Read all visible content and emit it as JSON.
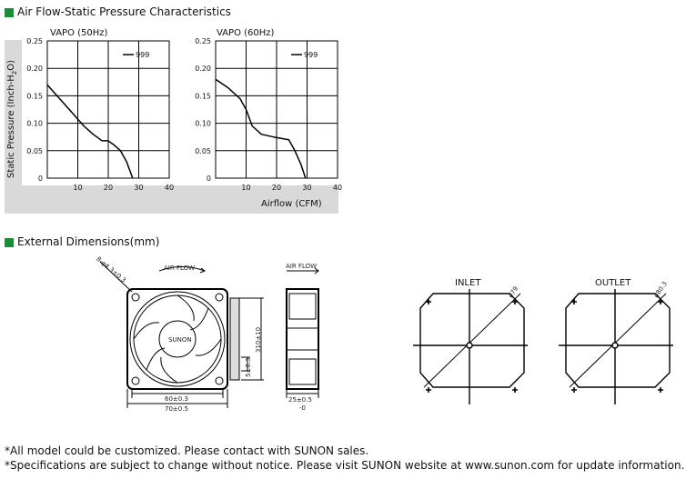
{
  "sections": {
    "airflow_title": "Air Flow-Static Pressure Characteristics",
    "dims_title": "External Dimensions(mm)"
  },
  "colors": {
    "section_marker": "#1a8c3a",
    "panel_bg": "#d9d9d9",
    "curve": "#000000"
  },
  "axis": {
    "ylabel": "Static Pressure (Inch-H2O)",
    "xlabel": "Airflow (CFM)"
  },
  "chart_data": [
    {
      "type": "line",
      "title": "VAPO (50Hz)",
      "xlabel": "Airflow (CFM)",
      "ylabel": "Static Pressure (Inch-H2O)",
      "xlim": [
        0,
        40
      ],
      "ylim": [
        0,
        0.25
      ],
      "xticks": [
        "10",
        "20",
        "30",
        "40"
      ],
      "yticks": [
        "0",
        "0.05",
        "0.10",
        "0.15",
        "0.20",
        "0.25"
      ],
      "grid": true,
      "legend": "top-right",
      "series": [
        {
          "name": "999",
          "x": [
            0,
            4,
            8,
            12,
            15,
            18,
            20,
            22,
            24,
            26,
            27,
            28
          ],
          "y": [
            0.17,
            0.145,
            0.12,
            0.095,
            0.08,
            0.068,
            0.068,
            0.06,
            0.05,
            0.03,
            0.015,
            0.0
          ]
        }
      ]
    },
    {
      "type": "line",
      "title": "VAPO (60Hz)",
      "xlabel": "Airflow (CFM)",
      "ylabel": "Static Pressure (Inch-H2O)",
      "xlim": [
        0,
        40
      ],
      "ylim": [
        0,
        0.25
      ],
      "xticks": [
        "10",
        "20",
        "30",
        "40"
      ],
      "yticks": [
        "0",
        "0.05",
        "0.10",
        "0.15",
        "0.20",
        "0.25"
      ],
      "grid": true,
      "legend": "top-right",
      "series": [
        {
          "name": "999",
          "x": [
            0,
            4,
            8,
            10,
            12,
            15,
            19,
            24,
            26,
            28,
            29.5
          ],
          "y": [
            0.18,
            0.165,
            0.145,
            0.125,
            0.095,
            0.08,
            0.075,
            0.07,
            0.05,
            0.025,
            0.0
          ]
        }
      ]
    }
  ],
  "drawings": {
    "front": {
      "airflow": "AIR FLOW",
      "brand": "SUNON",
      "hole": "8-φ4.3±0.3",
      "dim_inner": "60±0.3",
      "dim_outer": "70±0.5",
      "dim_lead": "310±10",
      "dim_side": "5±0.3"
    },
    "side": {
      "airflow": "AIR FLOW",
      "dim_depth": "25±0.5",
      "dim_depth_tol": "-0"
    },
    "inlet": {
      "label": "INLET",
      "diam": "ø79"
    },
    "outlet": {
      "label": "OUTLET",
      "diam": "ø80.3"
    }
  },
  "footnotes": [
    "*All model could be customized. Please contact with SUNON sales.",
    "*Specifications are subject to change without notice. Please visit SUNON website at www.sunon.com for update information."
  ]
}
